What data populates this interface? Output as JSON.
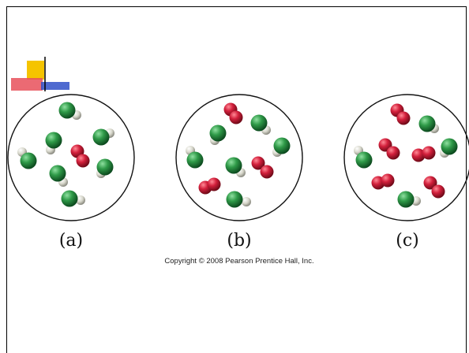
{
  "slide": {
    "copyright": "Copyright © 2008 Pearson Prentice Hall, Inc.",
    "panels": [
      {
        "label": "(a)"
      },
      {
        "label": "(b)"
      },
      {
        "label": "(c)"
      }
    ]
  },
  "colors": {
    "green_atom": "#1f8a3a",
    "white_atom": "#e6e6dc",
    "red_atom": "#d21f3a",
    "accent_yellow": "#f5c400",
    "accent_red": "#e8505b",
    "accent_blue": "#3050c8"
  },
  "molecule_types": {
    "green_white": "two-atom molecule, one large green atom and one small white atom",
    "red_red": "two-atom molecule of two red atoms"
  }
}
